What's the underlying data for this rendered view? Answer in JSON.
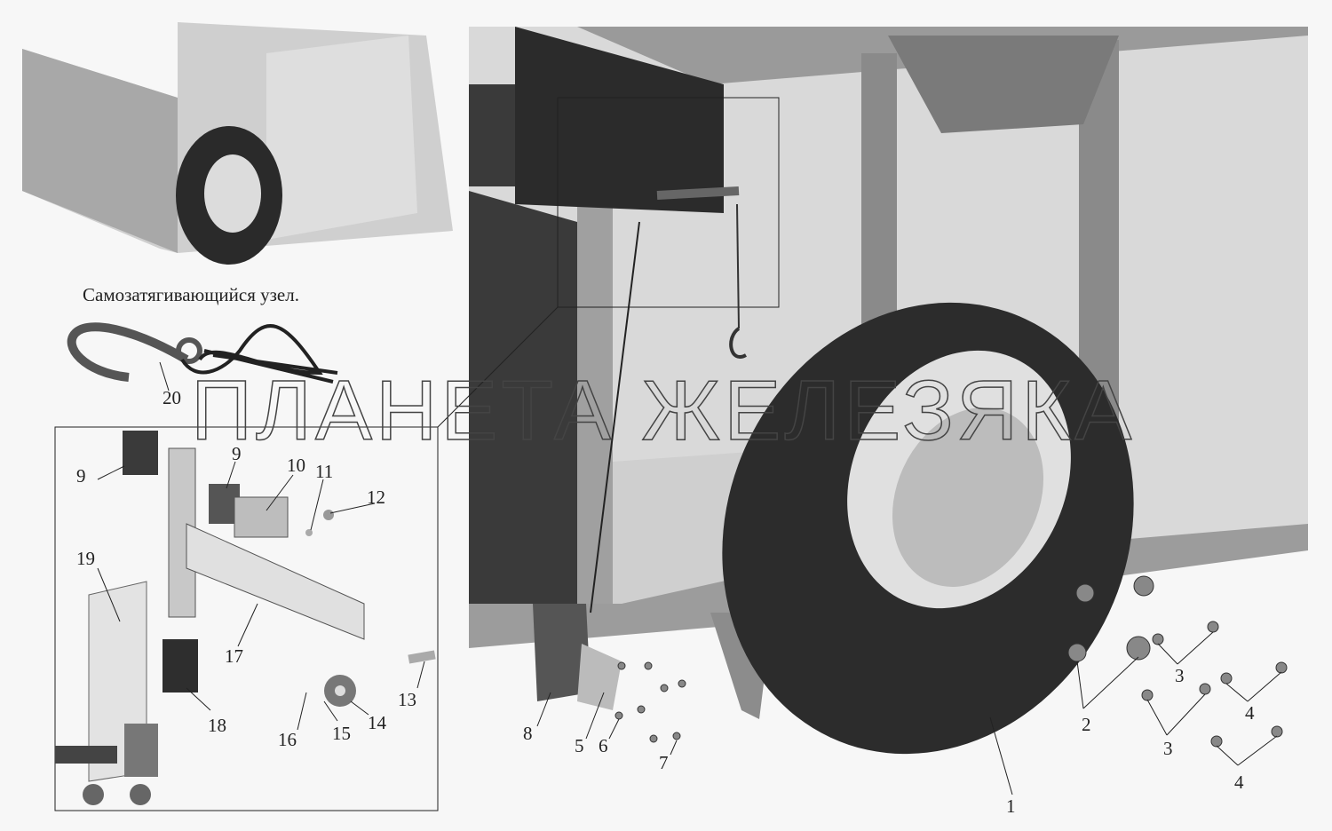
{
  "caption": "Самозатягивающийся узел.",
  "watermark": "ПЛАНЕТА ЖЕЛЕЗЯКА",
  "callouts": {
    "p1": "1",
    "p2": "2",
    "p3a": "3",
    "p3b": "3",
    "p4a": "4",
    "p4b": "4",
    "p5": "5",
    "p6": "6",
    "p7": "7",
    "p8": "8",
    "p9a": "9",
    "p9b": "9",
    "p10": "10",
    "p11": "11",
    "p12": "12",
    "p13": "13",
    "p14": "14",
    "p15": "15",
    "p16": "16",
    "p17": "17",
    "p18": "18",
    "p19": "19",
    "p20": "20"
  }
}
